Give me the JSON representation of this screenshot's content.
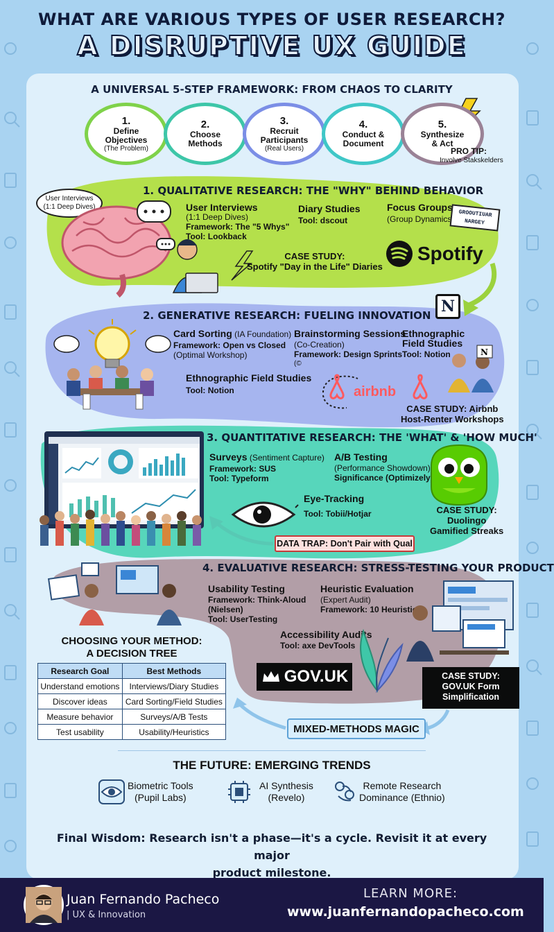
{
  "header": {
    "title_line1": "WHAT ARE VARIOUS TYPES OF USER RESEARCH?",
    "title_line2": "A DISRUPTIVE UX GUIDE"
  },
  "framework": {
    "title": "A UNIVERSAL 5-STEP FRAMEWORK: FROM CHAOS TO CLARITY",
    "steps": [
      {
        "num": "1.",
        "label": "Define Objectives",
        "sub": "(The Problem)",
        "color": "#7fd24a"
      },
      {
        "num": "2.",
        "label": "Choose Methods",
        "sub": "",
        "color": "#3dc6a8"
      },
      {
        "num": "3.",
        "label": "Recruit Participants",
        "sub": "(Real Users)",
        "color": "#7b8ee6"
      },
      {
        "num": "4.",
        "label": "Conduct & Document",
        "sub": "",
        "color": "#3fc7c7"
      },
      {
        "num": "5.",
        "label": "Synthesize & Act",
        "sub": "",
        "color": "#9a8296"
      }
    ],
    "pro_tip_label": "PRO TIP:",
    "pro_tip_text": "Involve Stakskelders"
  },
  "qualitative": {
    "title": "1. QUALITATIVE RESEARCH: THE \"WHY\" BEHIND BEHAVIOR",
    "bubble": [
      "User Interviews",
      "(1:1 Deep Dives)"
    ],
    "interviews": {
      "name": "User Interviews",
      "sub": "(1:1 Deep Dives)",
      "framework": "Framework: The \"5 Whys\"",
      "tool": "Tool: Lookback"
    },
    "diary": {
      "name": "Diary Studies",
      "tool": "Tool: dscout"
    },
    "focus": {
      "name": "Focus Groups",
      "sub": "(Group Dynamics)"
    },
    "sign": [
      "GROOUTIUAR",
      "NARGEY"
    ],
    "case": [
      "CASE STUDY:",
      "Spotify \"Day in the Life\" Diaries"
    ],
    "brand": "Spotify"
  },
  "generative": {
    "title": "2. GENERATIVE RESEARCH: FUELING INNOVATION",
    "card": {
      "name": "Card Sorting",
      "sub": "(IA Foundation)",
      "framework": "Framework: Open vs Closed",
      "extra": "(Optimal Workshop)"
    },
    "brainstorm": {
      "name": "Brainstorming Sessions",
      "sub": "(Co-Creation)",
      "framework": "Framework: Design Sprints",
      "extra": "(©"
    },
    "ethno_right": {
      "name": [
        "Ethnographic",
        "Field Studies"
      ],
      "tool": "Tool: Notion"
    },
    "ethno_left": {
      "name": "Ethnographic Field Studies",
      "tool": "Tool: Notion"
    },
    "brand": "airbnb",
    "notion_icon": "N",
    "case": [
      "CASE STUDY: Airbnb",
      "Host-Renter Workshops"
    ]
  },
  "quantitative": {
    "title": "3. QUANTITATIVE RESEARCH: THE 'WHAT' & 'HOW MUCH'",
    "surveys": {
      "name": "Surveys",
      "sub": "(Sentiment Capture)",
      "framework": "Framework: SUS",
      "tool": "Tool: Typeform"
    },
    "ab": {
      "name": "A/B Testing",
      "sub": "(Performance Showdown)",
      "framework": "Significance (Optimizely)"
    },
    "eye": {
      "name": "Eye-Tracking",
      "tool": "Tool: Tobii/Hotjar"
    },
    "trap": "DATA TRAP: Don't Pair with Qual",
    "case": [
      "CASE STUDY:",
      "Duolingo",
      "Gamified Streaks"
    ]
  },
  "evaluative": {
    "title": "4. EVALUATIVE RESEARCH: STRESS-TESTING YOUR PRODUCT",
    "usability": {
      "name": "Usability Testing",
      "framework": "Framework: Think-Aloud",
      "extra": "(Nielsen)",
      "tool": "Tool: UserTesting"
    },
    "heuristic": {
      "name": "Heuristic Evaluation",
      "sub": "(Expert Audit)",
      "framework": "Framework: 10 Heuristics"
    },
    "access": {
      "name": "Accessibility Audits",
      "tool": "Tool: axe DevTools"
    },
    "brand": "GOV.UK",
    "case": [
      "CASE STUDY:",
      "GOV.UK Form",
      "Simplification"
    ]
  },
  "decision_tree": {
    "title": [
      "CHOOSING YOUR METHOD:",
      "A DECISION TREE"
    ],
    "headers": [
      "Research Goal",
      "Best Methods"
    ],
    "rows": [
      [
        "Understand emotions",
        "Interviews/Diary Studies"
      ],
      [
        "Discover ideas",
        "Card Sorting/Field Studies"
      ],
      [
        "Measure behavior",
        "Surveys/A/B Tests"
      ],
      [
        "Test usability",
        "Usability/Heuristics"
      ]
    ]
  },
  "mixed": "MIXED-METHODS MAGIC",
  "future": {
    "title": "THE FUTURE: EMERGING TRENDS",
    "items": [
      {
        "label": [
          "Biometric Tools",
          "(Pupil Labs)"
        ],
        "icon": "eye-icon"
      },
      {
        "label": [
          "AI Synthesis",
          "(Revelo)"
        ],
        "icon": "ai-chip-icon"
      },
      {
        "label": [
          "Remote Research",
          "Dominance (Ethnio)"
        ],
        "icon": "remote-users-icon"
      }
    ]
  },
  "wisdom": [
    "Final Wisdom: Research isn't a phase—it's a cycle. Revisit it at every major",
    "product milestone."
  ],
  "footer": {
    "name": "Juan Fernando Pacheco",
    "role": "| UX & Innovation",
    "learn": "LEARN MORE:",
    "url": "www.juanfernandopacheco.com"
  },
  "colors": {
    "background": "#a9d3f1",
    "qual": "#b4e04b",
    "gen": "#a6b5ef",
    "quant": "#57d6bb",
    "eval": "#b29ea7",
    "footer": "#1b1744"
  }
}
